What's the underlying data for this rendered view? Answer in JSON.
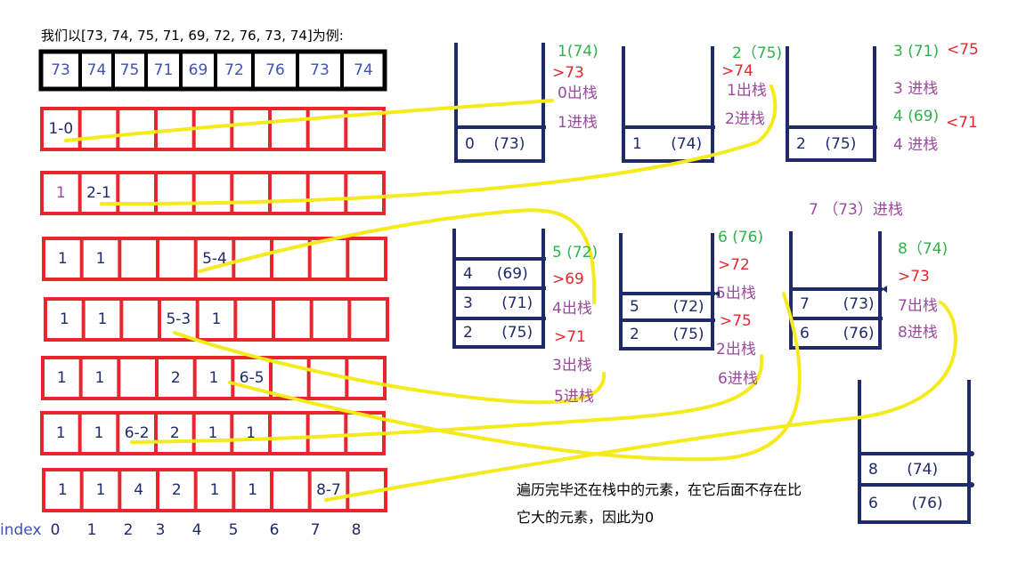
{
  "title": "我们以[73, 74, 75, 71, 69, 72, 76, 73, 74]为例:",
  "input_array": [
    "73",
    "74",
    "75",
    "71",
    "69",
    "72",
    "76",
    "73",
    "74"
  ],
  "rows": [
    [
      "1-0",
      "",
      "",
      "",
      "",
      "",
      "",
      "",
      ""
    ],
    [
      "1",
      "2-1",
      "",
      "",
      "",
      "",
      "",
      "",
      ""
    ],
    [
      "1",
      "1",
      "",
      "",
      "5-4",
      "",
      "",
      "",
      ""
    ],
    [
      "1",
      "1",
      "",
      "5-3",
      "1",
      "",
      "",
      "",
      ""
    ],
    [
      "1",
      "1",
      "",
      "2",
      "1",
      "6-5",
      "",
      "",
      ""
    ],
    [
      "1",
      "1",
      "6-2",
      "2",
      "1",
      "1",
      "",
      "",
      ""
    ],
    [
      "1",
      "1",
      "4",
      "2",
      "1",
      "1",
      "",
      "8-7",
      ""
    ]
  ],
  "index_label": "index",
  "indices": [
    "0",
    "1",
    "2",
    "3",
    "4",
    "5",
    "6",
    "7",
    "8"
  ],
  "stacks": [
    {
      "cells": [
        "0    (73)"
      ]
    },
    {
      "cells": [
        "1      (74)"
      ]
    },
    {
      "cells": [
        "2    (75)"
      ]
    },
    {
      "cells": [
        "4     (69)",
        "3      (71)",
        "2      (75)"
      ]
    },
    {
      "cells": [
        "5       (72)",
        "2       (75)"
      ]
    },
    {
      "cells": [
        "7       (73)",
        "6       (76)"
      ]
    },
    {
      "cells": [
        "8      (74)",
        "6       (76)"
      ]
    }
  ],
  "annotations": [
    {
      "text": "1(74)",
      "color": "green"
    },
    {
      "text": ">73",
      "color": "red"
    },
    {
      "text": "0出栈",
      "color": "purple"
    },
    {
      "text": "1进栈",
      "color": "purple"
    },
    {
      "text": "2（75)",
      "color": "green"
    },
    {
      "text": ">74",
      "color": "red"
    },
    {
      "text": "1出栈",
      "color": "purple"
    },
    {
      "text": "2进栈",
      "color": "purple"
    },
    {
      "text": "3 (71)",
      "color": "green"
    },
    {
      "text": "<75",
      "color": "red"
    },
    {
      "text": "3 进栈",
      "color": "purple"
    },
    {
      "text": "4 (69)",
      "color": "green"
    },
    {
      "text": "<71",
      "color": "red"
    },
    {
      "text": "4 进栈",
      "color": "purple"
    },
    {
      "text": "7 （73）进栈",
      "color": "purple"
    },
    {
      "text": "5 (72)",
      "color": "green"
    },
    {
      "text": ">69",
      "color": "red"
    },
    {
      "text": "4出栈",
      "color": "purple"
    },
    {
      "text": ">71",
      "color": "red"
    },
    {
      "text": "3出栈",
      "color": "purple"
    },
    {
      "text": "5进栈",
      "color": "purple"
    },
    {
      "text": "6 (76)",
      "color": "green"
    },
    {
      "text": ">72",
      "color": "red"
    },
    {
      "text": "5出栈",
      "color": "purple"
    },
    {
      "text": ">75",
      "color": "red"
    },
    {
      "text": "2出栈",
      "color": "purple"
    },
    {
      "text": "6进栈",
      "color": "purple"
    },
    {
      "text": "8（74)",
      "color": "green"
    },
    {
      "text": ">73",
      "color": "red"
    },
    {
      "text": "7出栈",
      "color": "purple"
    },
    {
      "text": "8进栈",
      "color": "purple"
    }
  ],
  "note_line1": "遍历完毕还在栈中的元素，在它后面不存在比",
  "note_line2": "它大的元素，因此为0",
  "colors": {
    "navy": "#1f2a6b",
    "red": "#e8262e",
    "yellow": "#f4ea1c",
    "green": "#2db34a",
    "purple": "#9b4a9e",
    "blue": "#3f52b6"
  }
}
